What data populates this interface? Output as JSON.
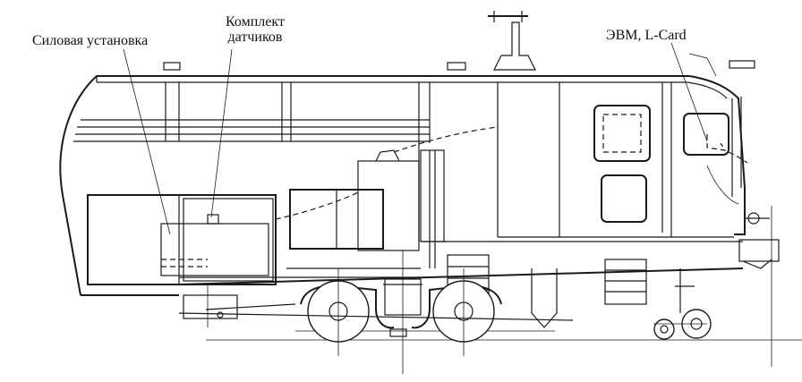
{
  "labels": {
    "power_unit": "Силовая установка",
    "sensor_kit_line1": "Комплект",
    "sensor_kit_line2": "датчиков",
    "computer": "ЭВМ, L-Card"
  }
}
